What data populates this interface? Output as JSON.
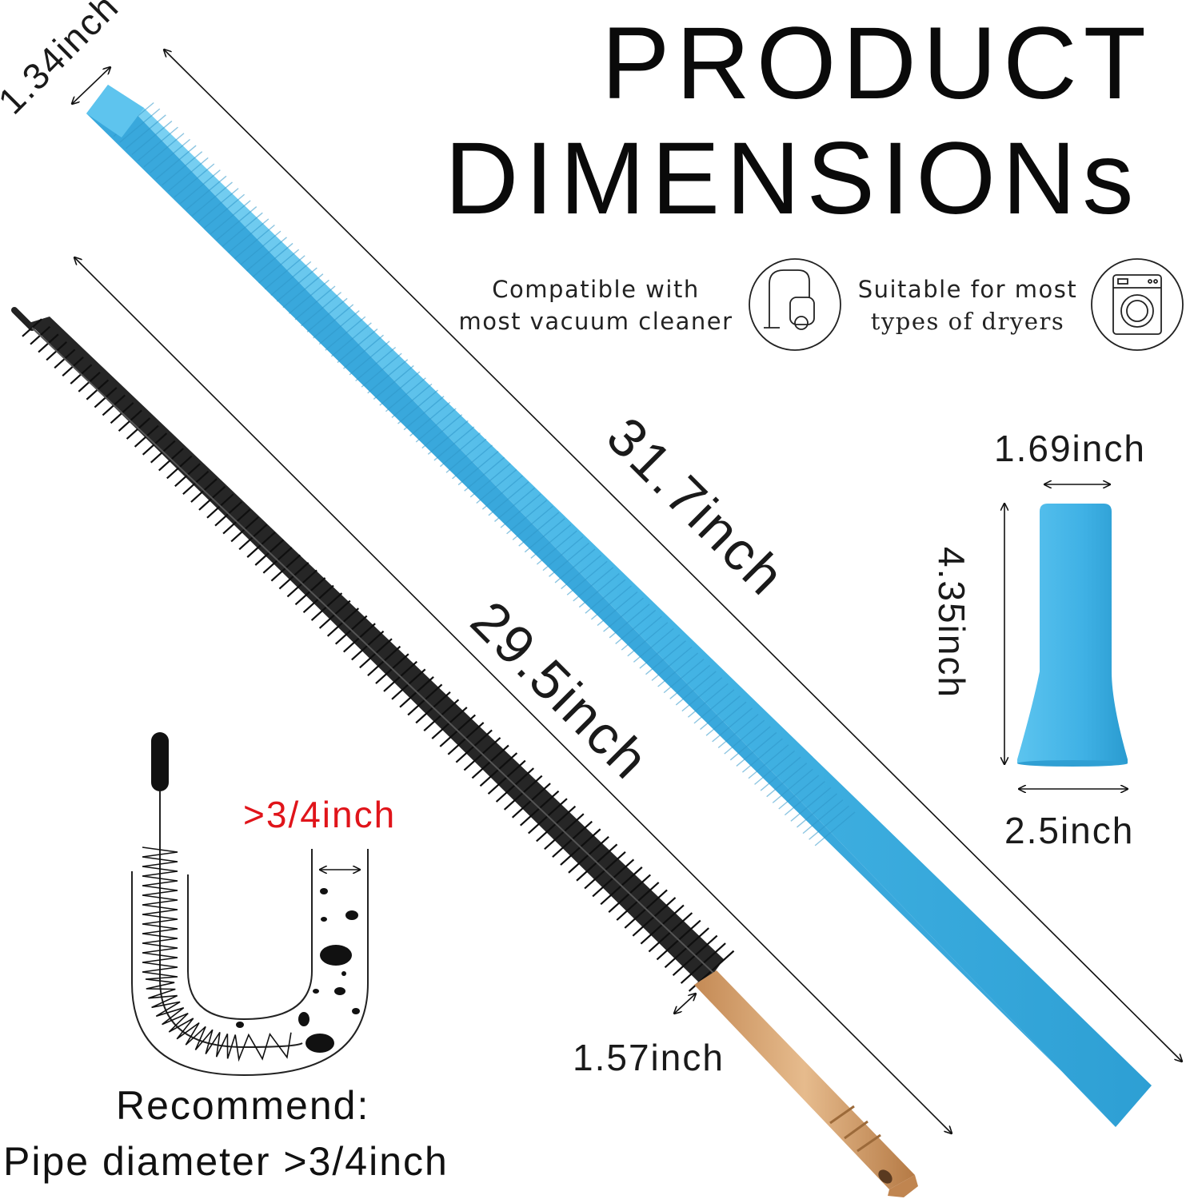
{
  "title": {
    "line1": "PRODUCT",
    "line2": "DIMENSIONs"
  },
  "features": [
    {
      "text_line1": "Compatible with",
      "text_line2": "most vacuum cleaner",
      "icon": "vacuum-cleaner-icon"
    },
    {
      "text_line1": "Suitable for most",
      "text_line2": "types of dryers",
      "icon": "washing-machine-icon"
    }
  ],
  "dimensions": {
    "tube_width": "1.34inch",
    "tube_length": "31.7inch",
    "brush_length": "29.5inch",
    "brush_diameter": "1.57inch",
    "adapter_top": "1.69inch",
    "adapter_height": "4.35inch",
    "adapter_bottom": "2.5inch",
    "pipe_gap": ">3/4inch"
  },
  "recommend": {
    "line1": "Recommend:",
    "line2": "Pipe diameter >3/4inch"
  },
  "colors": {
    "tube_blue": "#4cb8e6",
    "adapter_blue": "#3fb1e5",
    "brush_black": "#1e1e1e",
    "handle_wood": "#d7a878",
    "accent_red": "#e0141a"
  }
}
